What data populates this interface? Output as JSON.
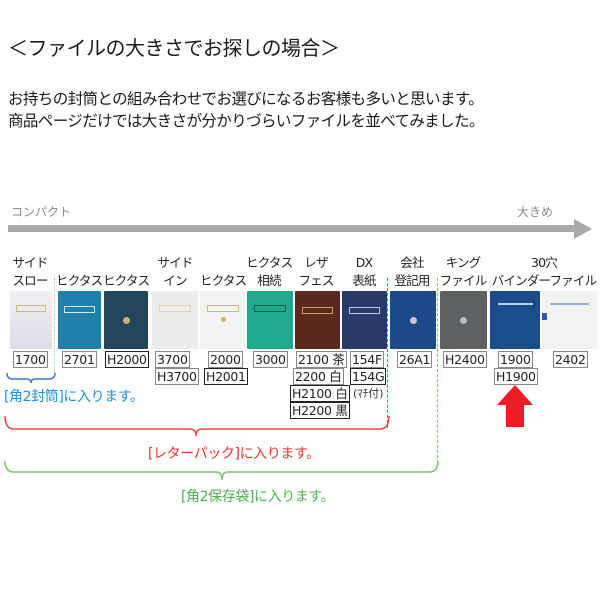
{
  "title": "＜ファイルの大きさでお探しの場合＞",
  "intro": {
    "line1": "お持ちの封筒との組み合わせでお選びになるお客様も多いと思います。",
    "line2": "商品ページだけでは大きさが分かりづらいファイルを並べてみました。"
  },
  "axis": {
    "left_label": "コンパクト",
    "right_label": "大きめ",
    "color": "#a9a9a9"
  },
  "files": [
    {
      "category_line1": "サイド",
      "category_line2": "スロー",
      "cover_color": "#e9eaf0",
      "codes": [
        "1700"
      ],
      "note": ""
    },
    {
      "category_line1": "",
      "category_line2": "ヒクタス",
      "cover_color": "#1f7fa8",
      "codes": [
        "2701"
      ],
      "note": ""
    },
    {
      "category_line1": "",
      "category_line2": "ヒクタス",
      "cover_color": "#23475a",
      "codes": [
        "H2000"
      ],
      "note": ""
    },
    {
      "category_line1": "サイド",
      "category_line2": "イン",
      "cover_color": "#ececec",
      "codes": [
        "3700",
        "H3700"
      ],
      "note": ""
    },
    {
      "category_line1": "",
      "category_line2": "ヒクタス",
      "cover_color": "#f1f1ef",
      "codes": [
        "2000",
        "H2001"
      ],
      "note": ""
    },
    {
      "category_line1": "ヒクタス",
      "category_line2": "相続",
      "cover_color": "#1fa98d",
      "codes": [
        "3000"
      ],
      "note": ""
    },
    {
      "category_line1": "レザ",
      "category_line2": "フェス",
      "cover_color": "#5a2a1e",
      "codes": [
        "2100 茶",
        "2200 白",
        "H2100 白",
        "H2200 黒"
      ],
      "note": ""
    },
    {
      "category_line1": "DX",
      "category_line2": "表紙",
      "cover_color": "#283a6a",
      "codes": [
        "154F",
        "154G"
      ],
      "note": "(ﾏﾁ付)"
    },
    {
      "category_line1": "会社",
      "category_line2": "登記用",
      "cover_color": "#1d4a8a",
      "codes": [
        "26A1"
      ],
      "note": ""
    },
    {
      "category_line1": "キング",
      "category_line2": "ファイル",
      "cover_color": "#5d6163",
      "codes": [
        "H2400"
      ],
      "note": ""
    },
    {
      "category_line1": "30穴",
      "category_line2": "バインダーファイル",
      "cover_color": "#1b4d8c",
      "codes": [
        "1900",
        "H1900"
      ],
      "note": ""
    },
    {
      "category_line1": "",
      "category_line2": "",
      "cover_color": "#f2f2f0",
      "codes": [
        "2402"
      ],
      "note": ""
    }
  ],
  "brackets": {
    "kaku2_envelope": {
      "label": "[角2封筒]に入ります。",
      "color": "#1e90d6"
    },
    "letter_pack": {
      "label": "[レターパック]に入ります。",
      "color": "#e53535"
    },
    "kaku2_storage_bag": {
      "label": "[角2保存袋]に入ります。",
      "color": "#4caf50"
    }
  },
  "highlight_arrow": {
    "color": "#ee1c25",
    "target": "30穴 バインダーファイル"
  }
}
